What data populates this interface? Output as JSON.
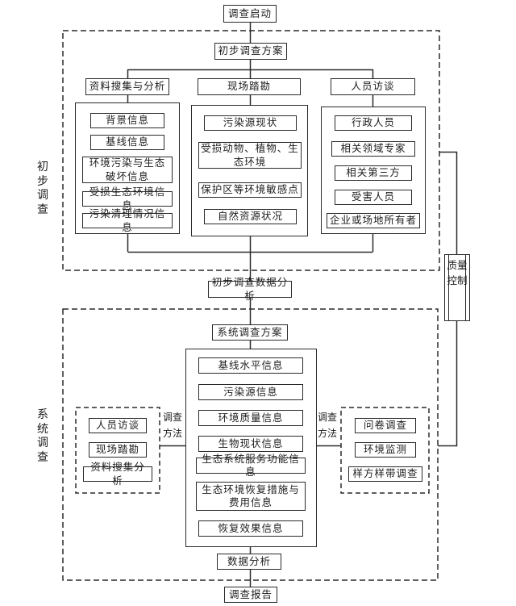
{
  "colors": {
    "ink": "#2a2a2a",
    "background": "#ffffff"
  },
  "start_label": "调查启动",
  "preliminary": {
    "section_label": "初步调查",
    "plan_label": "初步调查方案",
    "branches": [
      {
        "header": "资料搜集与分析",
        "items": [
          "背景信息",
          "基线信息",
          "环境污染与生态破坏信息",
          "受损生态环境信息",
          "污染清理情况信息"
        ]
      },
      {
        "header": "现场踏勘",
        "items": [
          "污染源现状",
          "受损动物、植物、生态环境",
          "保护区等环境敏感点",
          "自然资源状况"
        ]
      },
      {
        "header": "人员访谈",
        "items": [
          "行政人员",
          "相关领域专家",
          "相关第三方",
          "受害人员",
          "企业或场地所有者"
        ]
      }
    ],
    "analysis_label": "初步调查数据分析"
  },
  "quality": {
    "label": "质量控制"
  },
  "system": {
    "section_label": "系统调查",
    "plan_label": "系统调查方案",
    "info_items": [
      "基线水平信息",
      "污染源信息",
      "环境质量信息",
      "生物现状信息",
      "生态系统服务功能信息",
      "生态环境恢复措施与费用信息",
      "恢复效果信息"
    ],
    "method_left": {
      "label": "调查方法",
      "items": [
        "人员访谈",
        "现场踏勘",
        "资料搜集分析"
      ]
    },
    "method_right": {
      "label": "调查方法",
      "items": [
        "问卷调查",
        "环境监测",
        "样方样带调查"
      ]
    },
    "analysis_label": "数据分析"
  },
  "report_label": "调查报告"
}
